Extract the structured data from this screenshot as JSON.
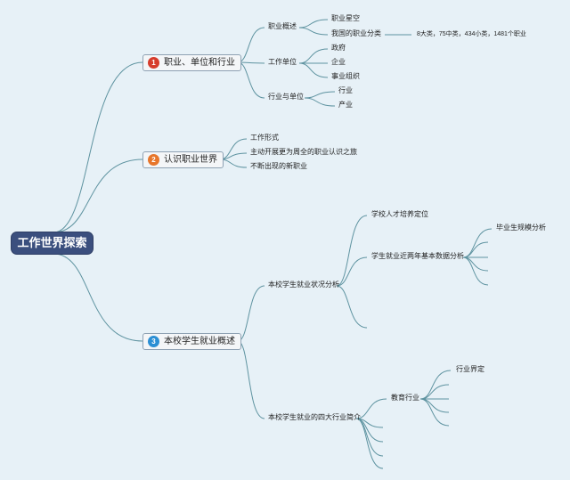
{
  "root": {
    "label": "工作世界探索"
  },
  "branch1": {
    "num": "1",
    "label": "职业、单位和行业",
    "color": "#d63c2c",
    "overview": {
      "label": "职业概述",
      "children": [
        "职业星空",
        "我国的职业分类"
      ],
      "note": "8大类，75中类，434小类，1481个职业"
    },
    "unit": {
      "label": "工作单位",
      "children": [
        "政府",
        "企业",
        "事业组织"
      ]
    },
    "industry": {
      "label": "行业与单位",
      "children": [
        "行业",
        "产业"
      ]
    }
  },
  "branch2": {
    "num": "2",
    "label": "认识职业世界",
    "color": "#e7762b",
    "children": [
      "工作形式",
      "主动开展更为周全的职业认识之旅",
      "不断出现的新职业"
    ]
  },
  "branch3": {
    "num": "3",
    "label": "本校学生就业概述",
    "color": "#2b8fd4",
    "status": {
      "label": "本校学生就业状况分析",
      "positioning": "学校人才培养定位",
      "data": {
        "label": "学生就业近两年基本数据分析",
        "child": "毕业生规模分析"
      }
    },
    "industries": {
      "label": "本校学生就业的四大行业简介",
      "education": {
        "label": "教育行业",
        "child": "行业界定"
      }
    }
  },
  "colors": {
    "background": "#e7f1f7",
    "line": "#5e93a0",
    "root": "#3b4f7e"
  }
}
